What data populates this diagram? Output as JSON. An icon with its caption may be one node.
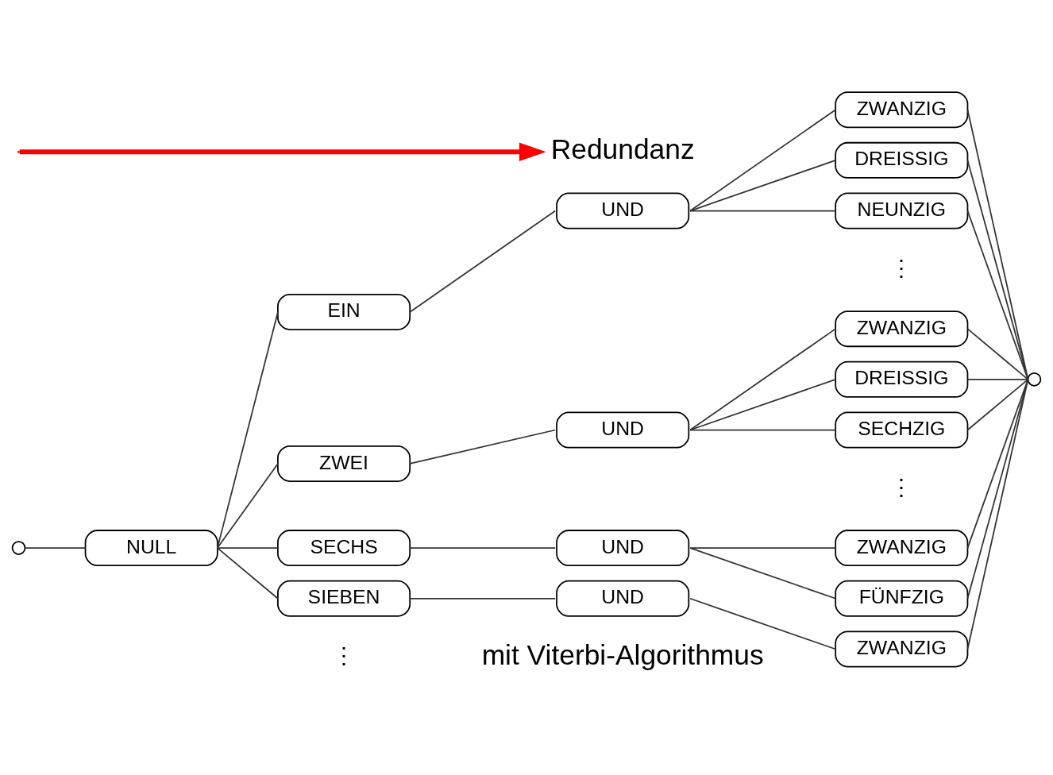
{
  "diagram": {
    "nodes": [
      {
        "text": [],
        "shape": "circle"
      },
      {
        "text": [
          "NULL"
        ]
      },
      {
        "text": [
          "EIN"
        ]
      },
      {
        "text": [
          "UND"
        ]
      },
      {
        "text": [
          "ZWANZIG"
        ]
      },
      {
        "text": [
          "DREISSIG"
        ]
      },
      {
        "text": [
          "NEUNZIG"
        ]
      },
      {
        "text": [
          "ZWEI"
        ]
      },
      {
        "text": [
          "UND"
        ]
      },
      {
        "text": [
          "ZWANZIG"
        ]
      },
      {
        "text": [
          "DREISSIG"
        ]
      },
      {
        "text": [
          "SECHZIG"
        ]
      },
      {
        "text": [
          "SECHS"
        ]
      },
      {
        "text": [
          "UND"
        ]
      },
      {
        "text": [
          "ZWANZIG"
        ]
      },
      {
        "text": [
          "FÜNFZIG"
        ]
      },
      {
        "text": [
          "SIEBEN"
        ]
      },
      {
        "text": [
          "UND"
        ]
      },
      {
        "text": [
          "ZWANZIG"
        ]
      },
      {
        "text": [],
        "shape": "circle"
      },
      {
        "text": [
          "Redundanz"
        ]
      }
    ],
    "edges": [
      {
        "from": 0,
        "to": 1,
        "arrow": "none"
      },
      {
        "from": 1,
        "to": 2,
        "arrow": "none"
      },
      {
        "from": 1,
        "to": 7,
        "arrow": "none"
      },
      {
        "from": 1,
        "to": 12,
        "arrow": "none"
      },
      {
        "from": 1,
        "to": 16,
        "arrow": "none"
      },
      {
        "from": 2,
        "to": 3,
        "arrow": "none"
      },
      {
        "from": 3,
        "to": 4,
        "arrow": "none"
      },
      {
        "from": 3,
        "to": 5,
        "arrow": "none"
      },
      {
        "from": 3,
        "to": 6,
        "arrow": "none"
      },
      {
        "from": 7,
        "to": 8,
        "arrow": "none"
      },
      {
        "from": 8,
        "to": 9,
        "arrow": "none"
      },
      {
        "from": 8,
        "to": 10,
        "arrow": "none"
      },
      {
        "from": 8,
        "to": 11,
        "arrow": "none"
      },
      {
        "from": 12,
        "to": 13,
        "arrow": "none"
      },
      {
        "from": 13,
        "to": 14,
        "arrow": "none"
      },
      {
        "from": 13,
        "to": 15,
        "arrow": "none"
      },
      {
        "from": 16,
        "to": 17,
        "arrow": "none"
      },
      {
        "from": 17,
        "to": 18,
        "arrow": "none"
      },
      {
        "from": 4,
        "to": 19,
        "arrow": "none"
      },
      {
        "from": 5,
        "to": 19,
        "arrow": "none"
      },
      {
        "from": 6,
        "to": 19,
        "arrow": "none"
      },
      {
        "from": 9,
        "to": 19,
        "arrow": "none"
      },
      {
        "from": 10,
        "to": 19,
        "arrow": "none"
      },
      {
        "from": 11,
        "to": 19,
        "arrow": "none"
      },
      {
        "from": 14,
        "to": 19,
        "arrow": "none"
      },
      {
        "from": 15,
        "to": 19,
        "arrow": "none"
      },
      {
        "from": 18,
        "to": 19,
        "arrow": "none"
      },
      {
        "from": null,
        "to": 20,
        "arrow": "to",
        "style": "thick",
        "color": "#ff0000"
      }
    ],
    "labels": [
      "⋮",
      "⋮",
      "⋮",
      "mit Viterbi-Algorithmus"
    ]
  }
}
